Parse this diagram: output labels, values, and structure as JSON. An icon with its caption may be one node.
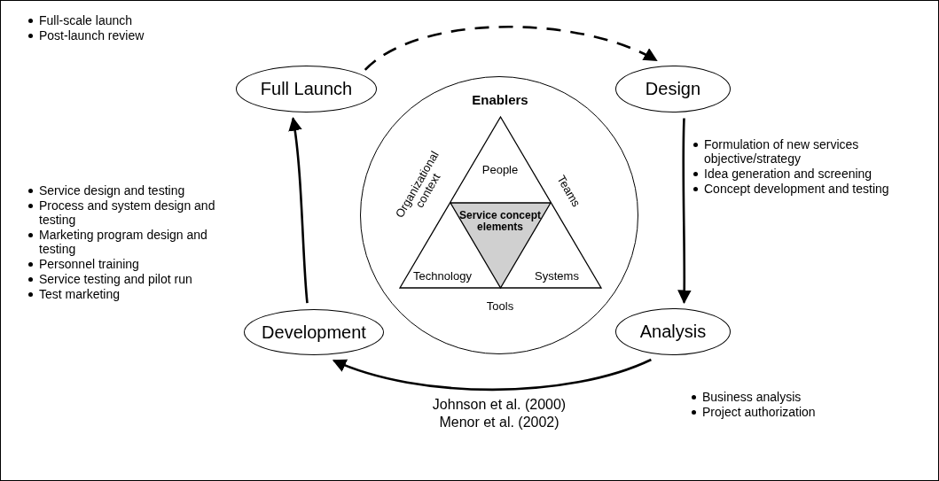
{
  "diagram": {
    "nodes": [
      {
        "text": [
          "Full Launch"
        ],
        "beside": [
          "Full-scale launch",
          "Post-launch review"
        ]
      },
      {
        "text": [
          "Design"
        ],
        "beside": [
          "Formulation of new services objective/strategy",
          "Idea generation and screening",
          "Concept development and testing"
        ]
      },
      {
        "text": [
          "Analysis"
        ],
        "beside": [
          "Business analysis",
          "Project authorization"
        ]
      },
      {
        "text": [
          "Development"
        ],
        "beside": [
          "Service design and testing",
          "Process and system design and testing",
          "Marketing program design and testing",
          "Personnel training",
          "Service testing and pilot run",
          "Test marketing"
        ]
      },
      {
        "text": [
          "Enablers"
        ]
      },
      {
        "text": [
          "People",
          "Technology",
          "Systems"
        ],
        "in": 4,
        "beside": [
          "Organizational context",
          "Teams",
          "Tools"
        ]
      },
      {
        "text": [
          "Service concept elements"
        ],
        "in": 5
      }
    ],
    "edges": [
      {
        "from": 0,
        "to": 1,
        "arrow": "to",
        "style": "dashed"
      },
      {
        "from": 1,
        "to": 2,
        "arrow": "to"
      },
      {
        "from": 2,
        "to": 3,
        "arrow": "to"
      },
      {
        "from": 3,
        "to": 0,
        "arrow": "to"
      }
    ],
    "labels": [
      "Johnson et al. (2000)",
      "Menor et al. (2002)"
    ]
  }
}
